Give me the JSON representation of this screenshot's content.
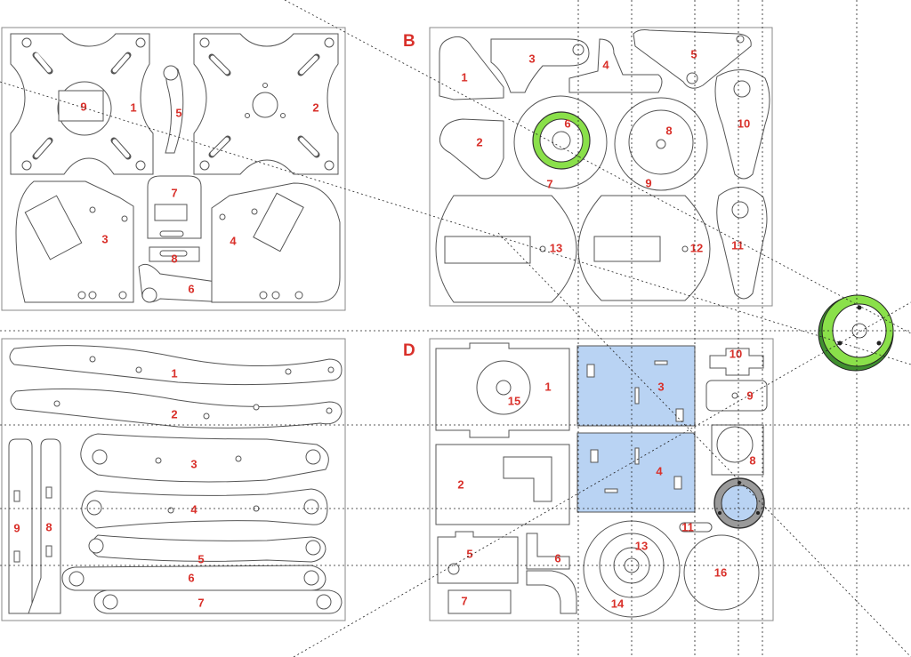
{
  "sheets": {
    "b": {
      "label": "B"
    },
    "d": {
      "label": "D"
    }
  },
  "sheet_a_parts": {
    "p1": "1",
    "p2": "2",
    "p3": "3",
    "p4": "4",
    "p5": "5",
    "p6": "6",
    "p7": "7",
    "p8": "8",
    "p9": "9"
  },
  "sheet_b_parts": {
    "p1": "1",
    "p2": "2",
    "p3": "3",
    "p4": "4",
    "p5": "5",
    "p6": "6",
    "p7": "7",
    "p8": "8",
    "p9": "9",
    "p10": "10",
    "p11": "11",
    "p12": "12",
    "p13": "13"
  },
  "sheet_c_parts": {
    "p1": "1",
    "p2": "2",
    "p3": "3",
    "p4": "4",
    "p5": "5",
    "p6": "6",
    "p7": "7",
    "p8": "8",
    "p9": "9"
  },
  "sheet_d_parts": {
    "p1": "1",
    "p2": "2",
    "p3": "3",
    "p4": "4",
    "p5": "5",
    "p6": "6",
    "p7": "7",
    "p8": "8",
    "p9": "9",
    "p10": "10",
    "p11": "11",
    "p13": "13",
    "p14": "14",
    "p15": "15",
    "p16": "16"
  },
  "colors": {
    "label_red": "#d9302a",
    "selection_green": "#8ae04a",
    "selection_blue": "#b9d3f3",
    "ring_gray": "#9a9a9a"
  }
}
